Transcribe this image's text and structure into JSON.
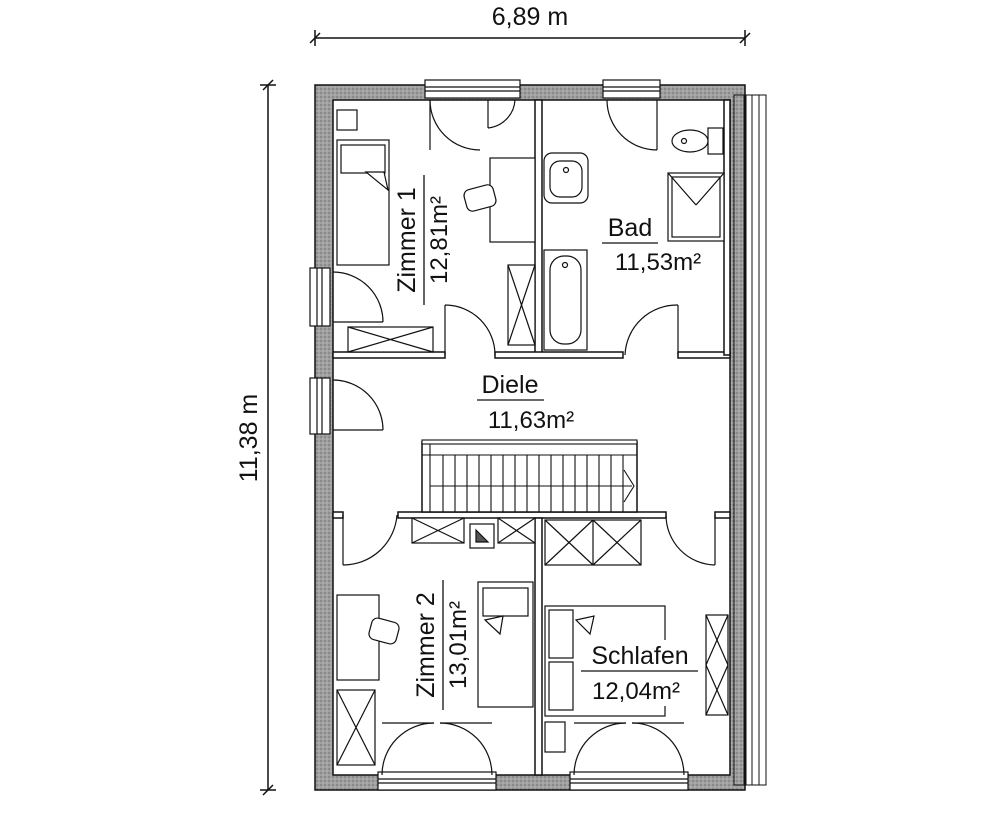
{
  "dimensions": {
    "width": "6,89 m",
    "height": "11,38 m"
  },
  "rooms": {
    "zimmer1": {
      "name": "Zimmer 1",
      "area": "12,81m²"
    },
    "bad": {
      "name": "Bad",
      "area": "11,53m²"
    },
    "diele": {
      "name": "Diele",
      "area": "11,63m²"
    },
    "zimmer2": {
      "name": "Zimmer 2",
      "area": "13,01m²"
    },
    "schlafen": {
      "name": "Schlafen",
      "area": "12,04m²"
    }
  },
  "colors": {
    "wall_fill": "#9a9a9a",
    "line": "#111111",
    "background": "#ffffff"
  }
}
